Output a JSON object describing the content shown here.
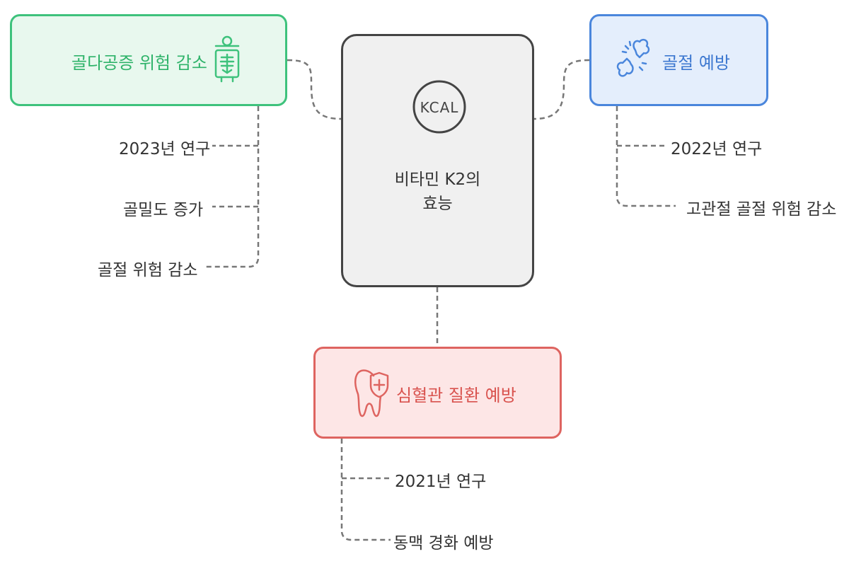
{
  "center": {
    "line1": "비타민 K2의",
    "line2": "효능",
    "icon": "kcal-icon",
    "icon_text": "KCAL"
  },
  "osteoporosis": {
    "title": "골다공증 위험 감소",
    "icon": "xray-skeleton-icon",
    "items": [
      "2023년 연구",
      "골밀도 증가",
      "골절 위험 감소"
    ]
  },
  "fracture": {
    "title": "골절 예방",
    "icon": "broken-bone-icon",
    "items": [
      "2022년 연구",
      "고관절 골절 위험 감소"
    ]
  },
  "cardio": {
    "title": "심혈관 질환 예방",
    "icon": "tooth-shield-icon",
    "items": [
      "2021년 연구",
      "동맥 경화 예방"
    ]
  },
  "colors": {
    "green": "#3ec27c",
    "blue": "#4a86dc",
    "red": "#de6460",
    "center_border": "#444444",
    "connector": "#777777"
  }
}
